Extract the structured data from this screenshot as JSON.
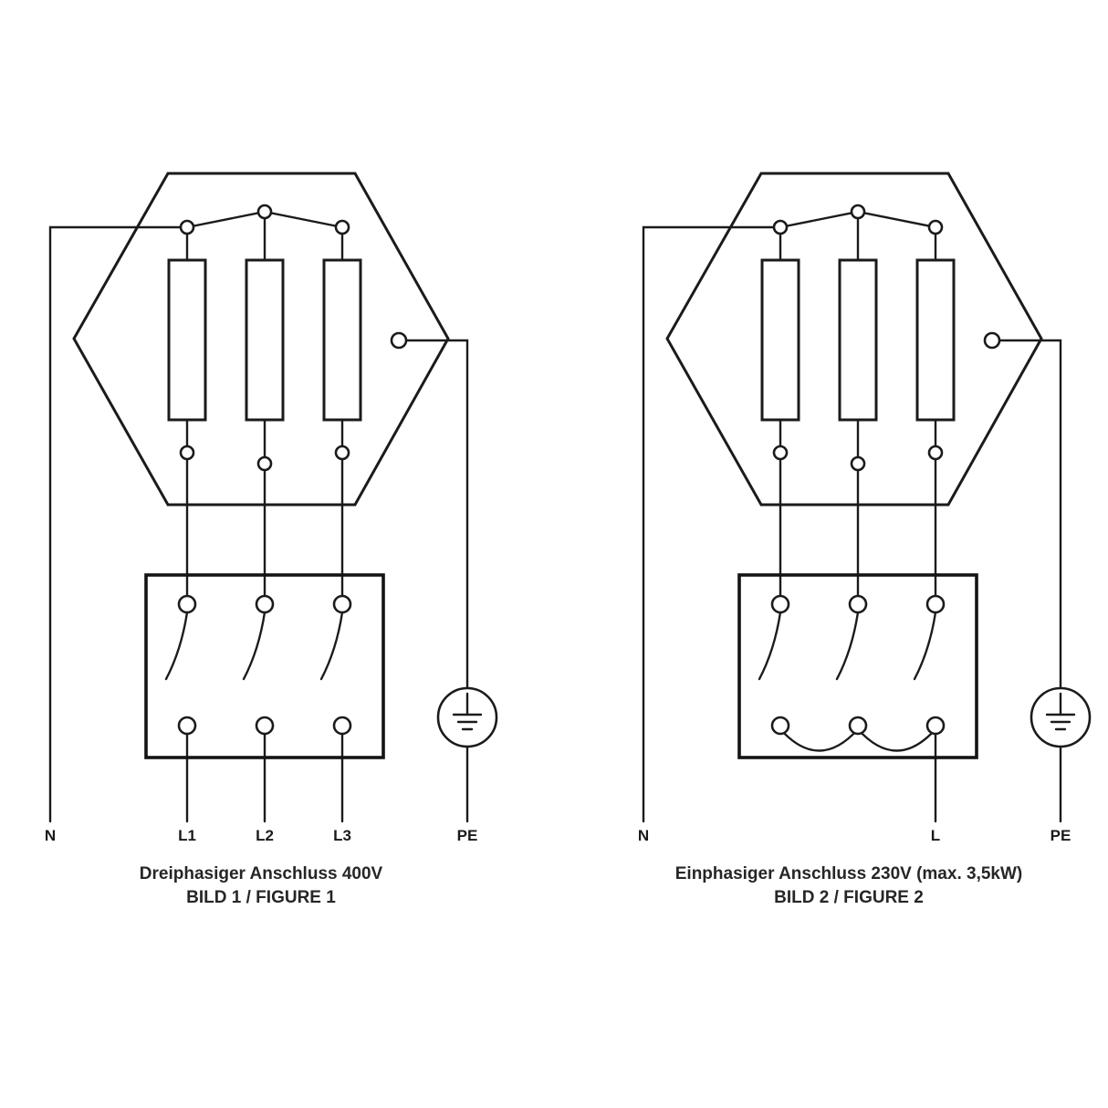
{
  "page": {
    "background": "#ffffff",
    "line_color": "#1b1b1b"
  },
  "figure1": {
    "caption_line1": "Dreiphasiger Anschluss 400V",
    "caption_line2": "BILD 1 / FIGURE 1",
    "labels": {
      "n": "N",
      "l1": "L1",
      "l2": "L2",
      "l3": "L3",
      "pe": "PE"
    }
  },
  "figure2": {
    "caption_line1": "Einphasiger Anschluss 230V (max. 3,5kW)",
    "caption_line2": "BILD 2 / FIGURE 2",
    "labels": {
      "n": "N",
      "l": "L",
      "pe": "PE"
    }
  }
}
